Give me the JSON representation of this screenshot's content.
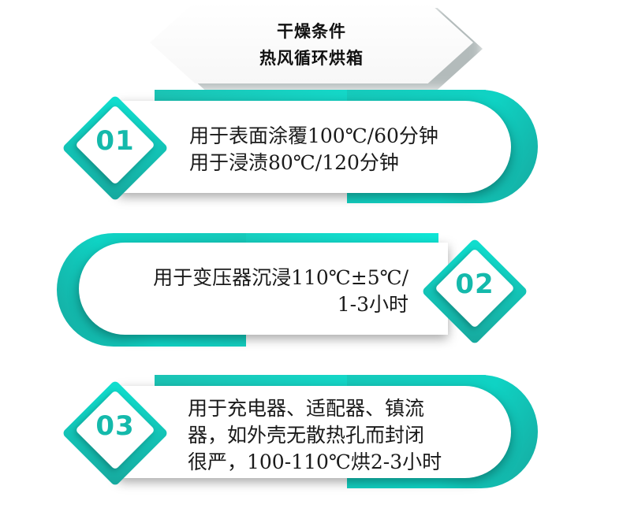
{
  "header": {
    "line1": "干燥条件",
    "line2": "热风循环烘箱"
  },
  "items": [
    {
      "number": "01",
      "lines": [
        "用于表面涂覆100℃/60分钟",
        "用于浸渍80℃/120分钟"
      ]
    },
    {
      "number": "02",
      "lines": [
        "用于变压器沉浸110℃±5℃/",
        "1-3小时"
      ]
    },
    {
      "number": "03",
      "lines": [
        "用于充电器、适配器、镇流",
        "器，如外壳无散热孔而封闭",
        "很严，100-110℃烘2-3小时"
      ]
    }
  ],
  "colors": {
    "teal": "#14b9ab",
    "teal_bright": "#0fe6d6",
    "text": "#1a1a1a"
  }
}
